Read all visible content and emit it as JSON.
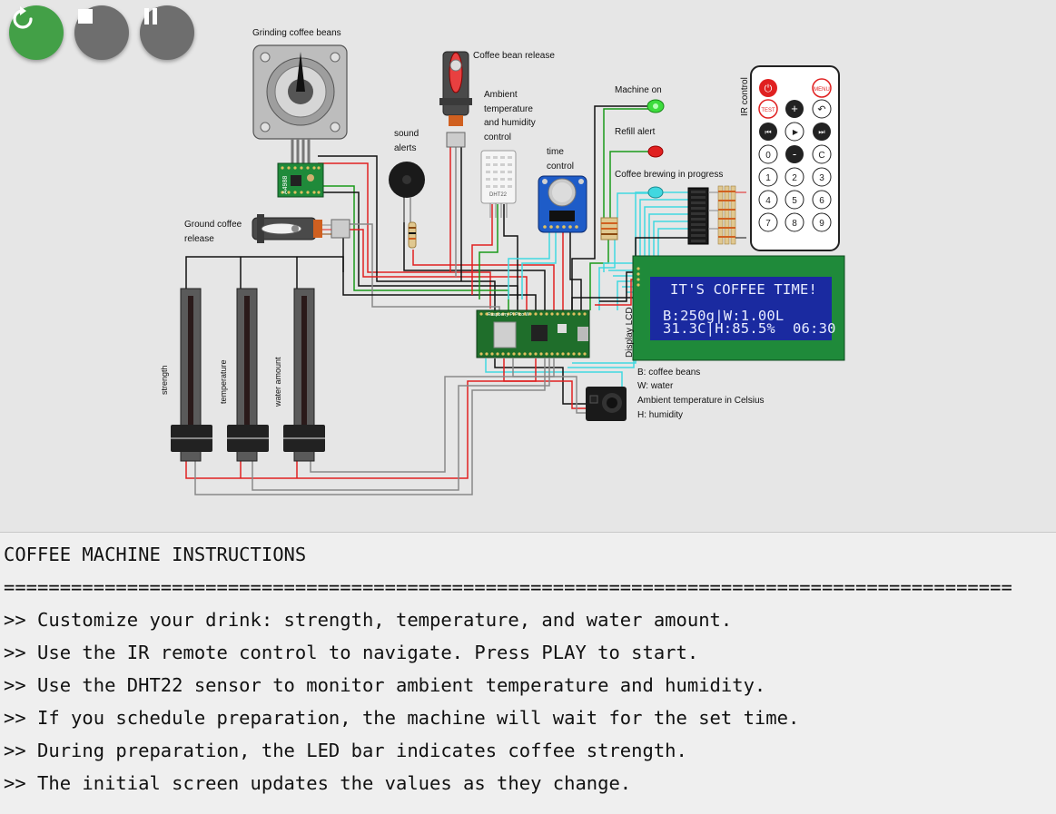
{
  "toolbar": {
    "restart": {
      "name": "restart-icon",
      "color": "#43a047"
    },
    "stop": {
      "name": "stop-icon",
      "color": "#6e6e6e"
    },
    "pause": {
      "name": "pause-icon",
      "color": "#6e6e6e"
    }
  },
  "labels": {
    "grinding": "Grinding coffee beans",
    "bean_release": "Coffee bean release",
    "ambient": [
      "Ambient",
      "temperature",
      "and humidity",
      "control"
    ],
    "sound": [
      "sound",
      "alerts"
    ],
    "time": [
      "time",
      "control"
    ],
    "ground_release": [
      "Ground coffee",
      "release"
    ],
    "machine_on": "Machine on",
    "refill_alert": "Refill alert",
    "brewing": "Coffee brewing in progress",
    "ir_control": "IR control",
    "display_lcd": "Display LCD",
    "strength": "strength",
    "temperature": "temperature",
    "water_amount": "water amount",
    "driver": "A4988",
    "sensor": "DHT22",
    "pico": "Raspberry Pi Pico W",
    "legend": [
      "B: coffee beans",
      "W: water",
      "Ambient temperature in Celsius",
      "H: humidity"
    ]
  },
  "lcd": {
    "line1": "IT'S COFFEE TIME!",
    "line2": "B:250g|W:1.00L",
    "line3": "31.3C|H:85.5%  06:30"
  },
  "remote": {
    "top": [
      "power",
      "MENU"
    ],
    "row2": [
      "TEST",
      "+",
      "back"
    ],
    "row3": [
      "prev",
      "play",
      "next"
    ],
    "row4": [
      "0",
      "-",
      "C"
    ],
    "digits": [
      "1",
      "2",
      "3",
      "4",
      "5",
      "6",
      "7",
      "8",
      "9"
    ]
  },
  "colors": {
    "led_on": "#3ddc3d",
    "led_refill": "#e02020",
    "led_brewing": "#40d8e0",
    "lcd_bg": "#1a2aa0",
    "lcd_frame": "#1f8a3a",
    "pcb": "#1f6e2b"
  },
  "console": {
    "title": "COFFEE MACHINE INSTRUCTIONS",
    "rule": "==========================================================================================",
    "lines": [
      ">> Customize your drink: strength, temperature, and water amount.",
      ">> Use the IR remote control to navigate. Press PLAY to start.",
      ">> Use the DHT22 sensor to monitor ambient temperature and humidity.",
      ">> If you schedule preparation, the machine will wait for the set time.",
      ">> During preparation, the LED bar indicates coffee strength.",
      ">> The initial screen updates the values as they change."
    ]
  }
}
